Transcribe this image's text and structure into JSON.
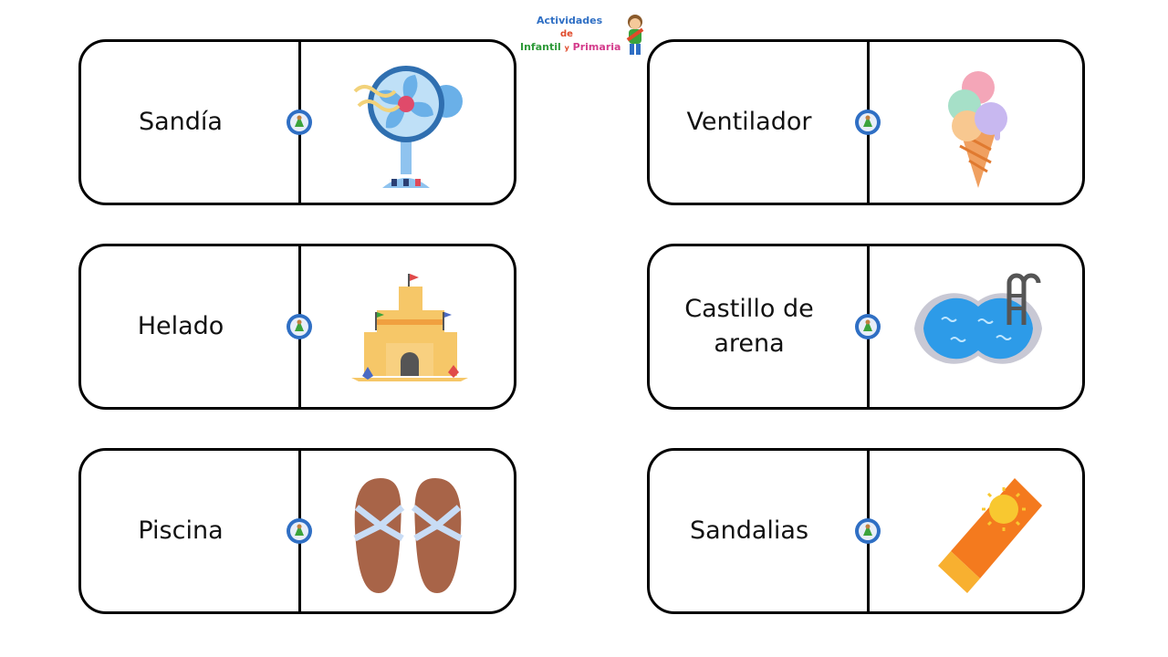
{
  "logo": {
    "line1": "Actividades",
    "line2": "de",
    "line3a": "Infantil",
    "line3b": "y",
    "line3c": "Primaria"
  },
  "cards": [
    {
      "word": "Sandía",
      "image": "fan-icon"
    },
    {
      "word": "Ventilador",
      "image": "ice-cream-icon"
    },
    {
      "word": "Helado",
      "image": "sand-castle-icon"
    },
    {
      "word": "Castillo de arena",
      "image": "pool-icon"
    },
    {
      "word": "Piscina",
      "image": "flip-flops-icon"
    },
    {
      "word": "Sandalias",
      "image": "sunscreen-icon"
    }
  ],
  "colors": {
    "border": "#000000",
    "badge": "#2f6fc4"
  }
}
